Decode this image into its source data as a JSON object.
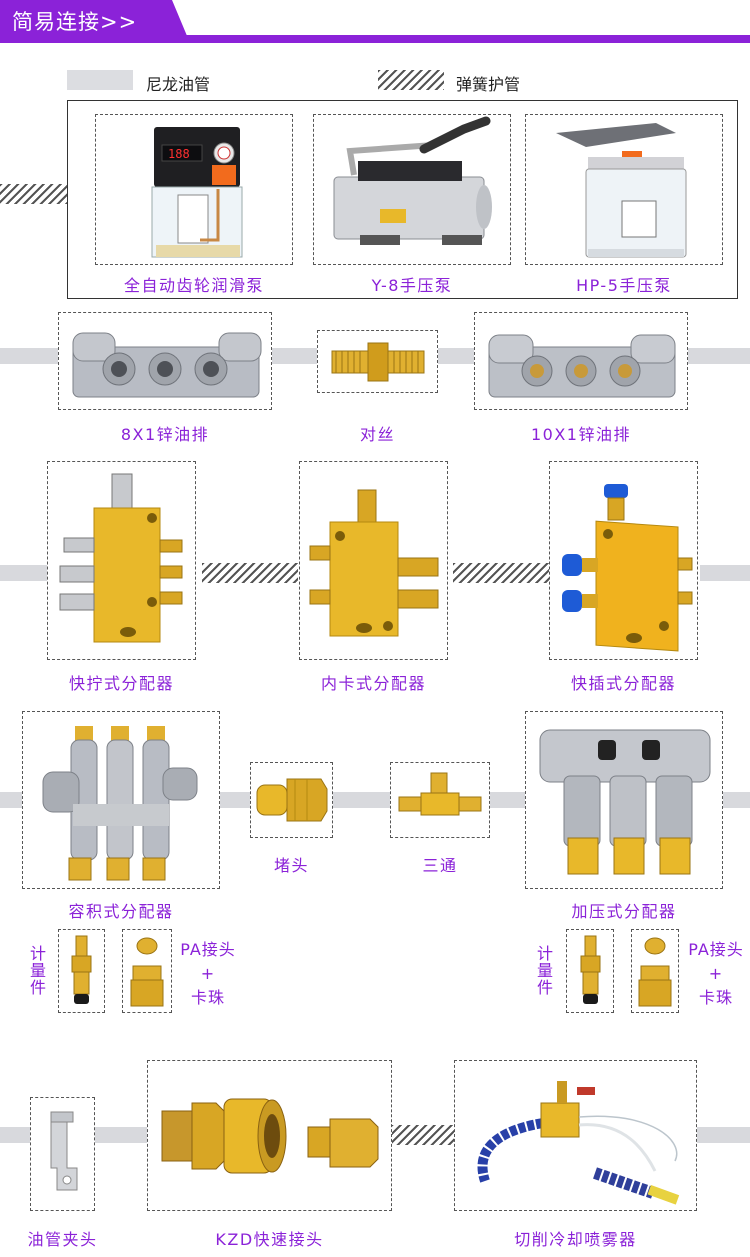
{
  "header": {
    "title": "简易连接>>"
  },
  "legend": {
    "nylon_label": "尼龙油管",
    "spring_label": "弹簧护管"
  },
  "pumps": [
    {
      "label": "全自动齿轮润滑泵",
      "display": "188"
    },
    {
      "label": "Y-8手压泵"
    },
    {
      "label": "HP-5手压泵"
    }
  ],
  "row2": {
    "left": "8X1锌油排",
    "mid": "对丝",
    "right": "10X1锌油排"
  },
  "row3": {
    "a": "快拧式分配器",
    "b": "内卡式分配器",
    "c": "快插式分配器"
  },
  "row4": {
    "a": "容积式分配器",
    "b": "堵头",
    "c": "三通",
    "d": "加压式分配器"
  },
  "row5": {
    "meter_left": "计\n量\n件",
    "pa_left": "PA接头\n+\n卡珠",
    "meter_right": "计\n量\n件",
    "pa_right": "PA接头\n+\n卡珠"
  },
  "row6": {
    "a": "油管夹头",
    "b": "KZD快速接头",
    "c": "切削冷却喷雾器"
  },
  "colors": {
    "accent": "#8b22d8",
    "brass": "#e8b82a",
    "aluminum": "#b8bcc4"
  }
}
